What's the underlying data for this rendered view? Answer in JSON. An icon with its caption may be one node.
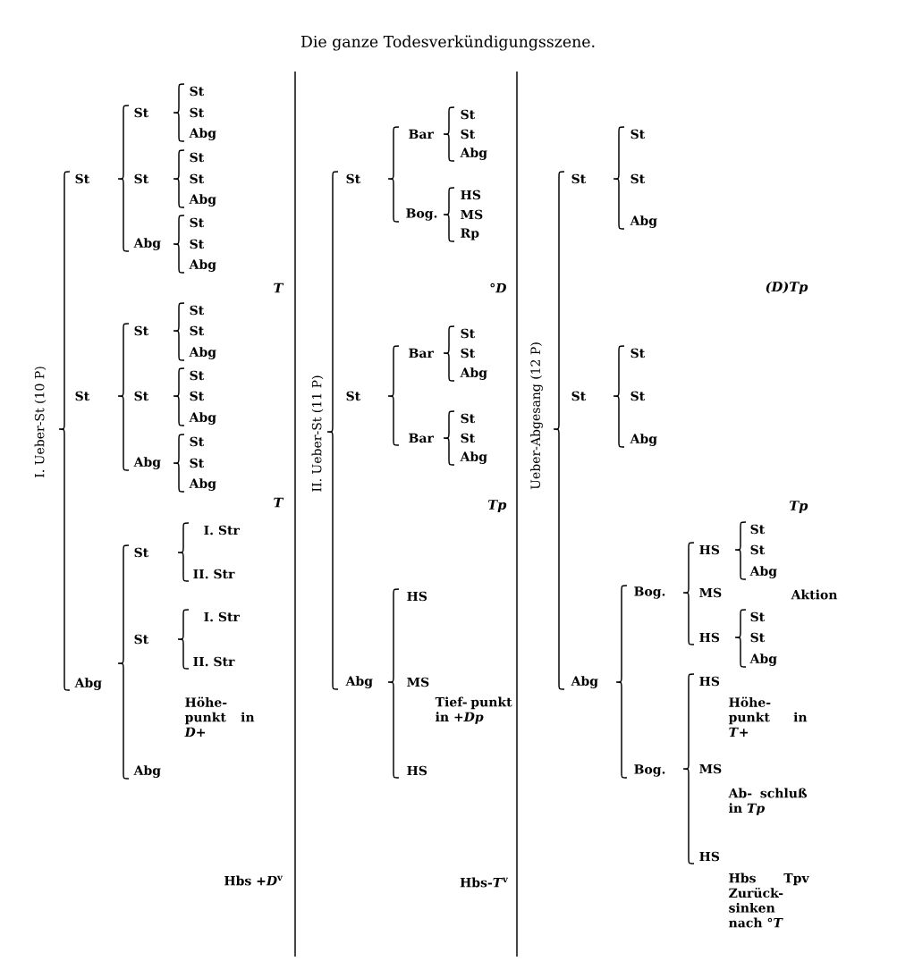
{
  "diagram": {
    "title": "Die ganze Todesverkündigungsszene.",
    "labels": [
      "I. Ueber-St (10 P)",
      "St",
      "St",
      "St",
      "Abg",
      "St",
      "St",
      "St",
      "St",
      "Abg",
      "St",
      "Abg",
      "St",
      "Abg",
      "T",
      "St",
      "St",
      "St",
      "Abg",
      "St",
      "St",
      "St",
      "St",
      "Abg",
      "St",
      "Abg",
      "St",
      "Abg",
      "T",
      "I. Str",
      "St",
      "II. Str",
      "I. Str",
      "St",
      "II. Str",
      "Abg",
      "Höhe- punkt in *D*+",
      "Abg",
      "Hbs +*D*$^{v}$",
      "II. Ueber-St (11 P)",
      "St",
      "Bar",
      "St",
      "Abg",
      "St",
      "HS",
      "Bog.",
      "MS",
      "Rp",
      "°*D*",
      "St",
      "Bar",
      "St",
      "Abg",
      "St",
      "St",
      "Bar",
      "St",
      "Abg",
      "Tp",
      "HS",
      "Abg",
      "MS",
      "Tief- punkt in +*Dp*",
      "HS",
      "Hbs-*T*$^{v}$",
      "Ueber-Abgesang (12 P)",
      "St",
      "St",
      "St",
      "Abg",
      "(D)Tp",
      "St",
      "St",
      "St",
      "Abg",
      "Tp",
      "St",
      "HS",
      "St",
      "Abg",
      "Bog.",
      "MS",
      "Aktion",
      "St",
      "HS",
      "St",
      "Abg",
      "Abg",
      "HS",
      "Höhe- punkt in *T*+",
      "Bog.",
      "MS",
      "Ab- schluß in *Tp*",
      "HS",
      "Hbs Tpv Zurück- sinken nach °*T*"
    ]
  }
}
